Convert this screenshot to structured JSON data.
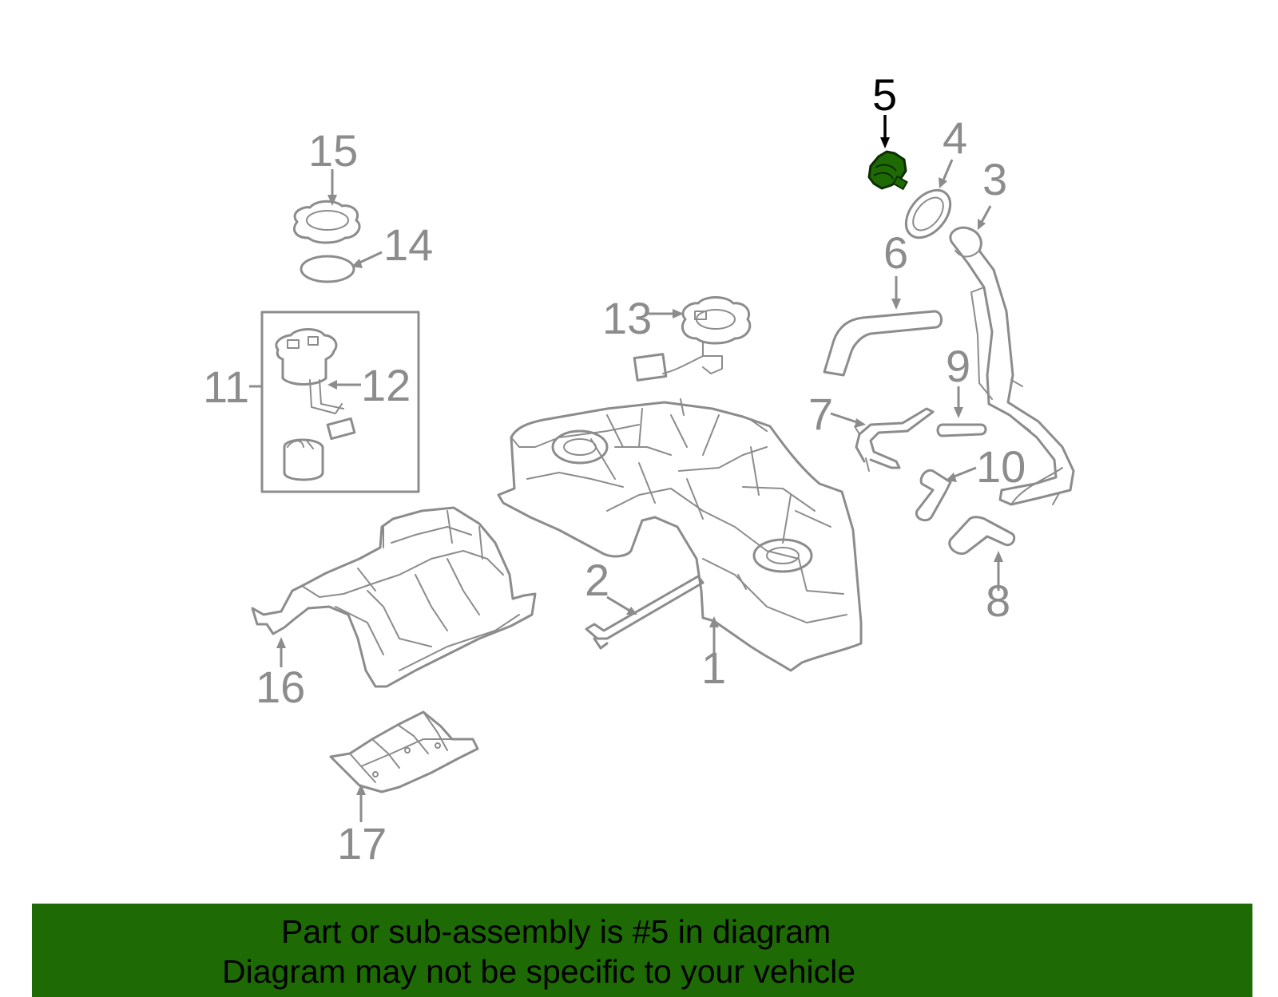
{
  "diagram": {
    "highlight_color": "#1e6a05",
    "line_color": "#8c8c8c",
    "highlighted_part": "5",
    "callouts": [
      {
        "id": "c1",
        "label": "1"
      },
      {
        "id": "c2",
        "label": "2"
      },
      {
        "id": "c3",
        "label": "3"
      },
      {
        "id": "c4",
        "label": "4"
      },
      {
        "id": "c5",
        "label": "5"
      },
      {
        "id": "c6",
        "label": "6"
      },
      {
        "id": "c7",
        "label": "7"
      },
      {
        "id": "c8",
        "label": "8"
      },
      {
        "id": "c9",
        "label": "9"
      },
      {
        "id": "c10",
        "label": "10"
      },
      {
        "id": "c11",
        "label": "11"
      },
      {
        "id": "c12",
        "label": "12"
      },
      {
        "id": "c13",
        "label": "13"
      },
      {
        "id": "c14",
        "label": "14"
      },
      {
        "id": "c15",
        "label": "15"
      },
      {
        "id": "c16",
        "label": "16"
      },
      {
        "id": "c17",
        "label": "17"
      }
    ]
  },
  "banner": {
    "background": "#1e6a05",
    "line1": "Part or sub-assembly is #5 in diagram",
    "line2": "Diagram may not be specific to your vehicle"
  }
}
